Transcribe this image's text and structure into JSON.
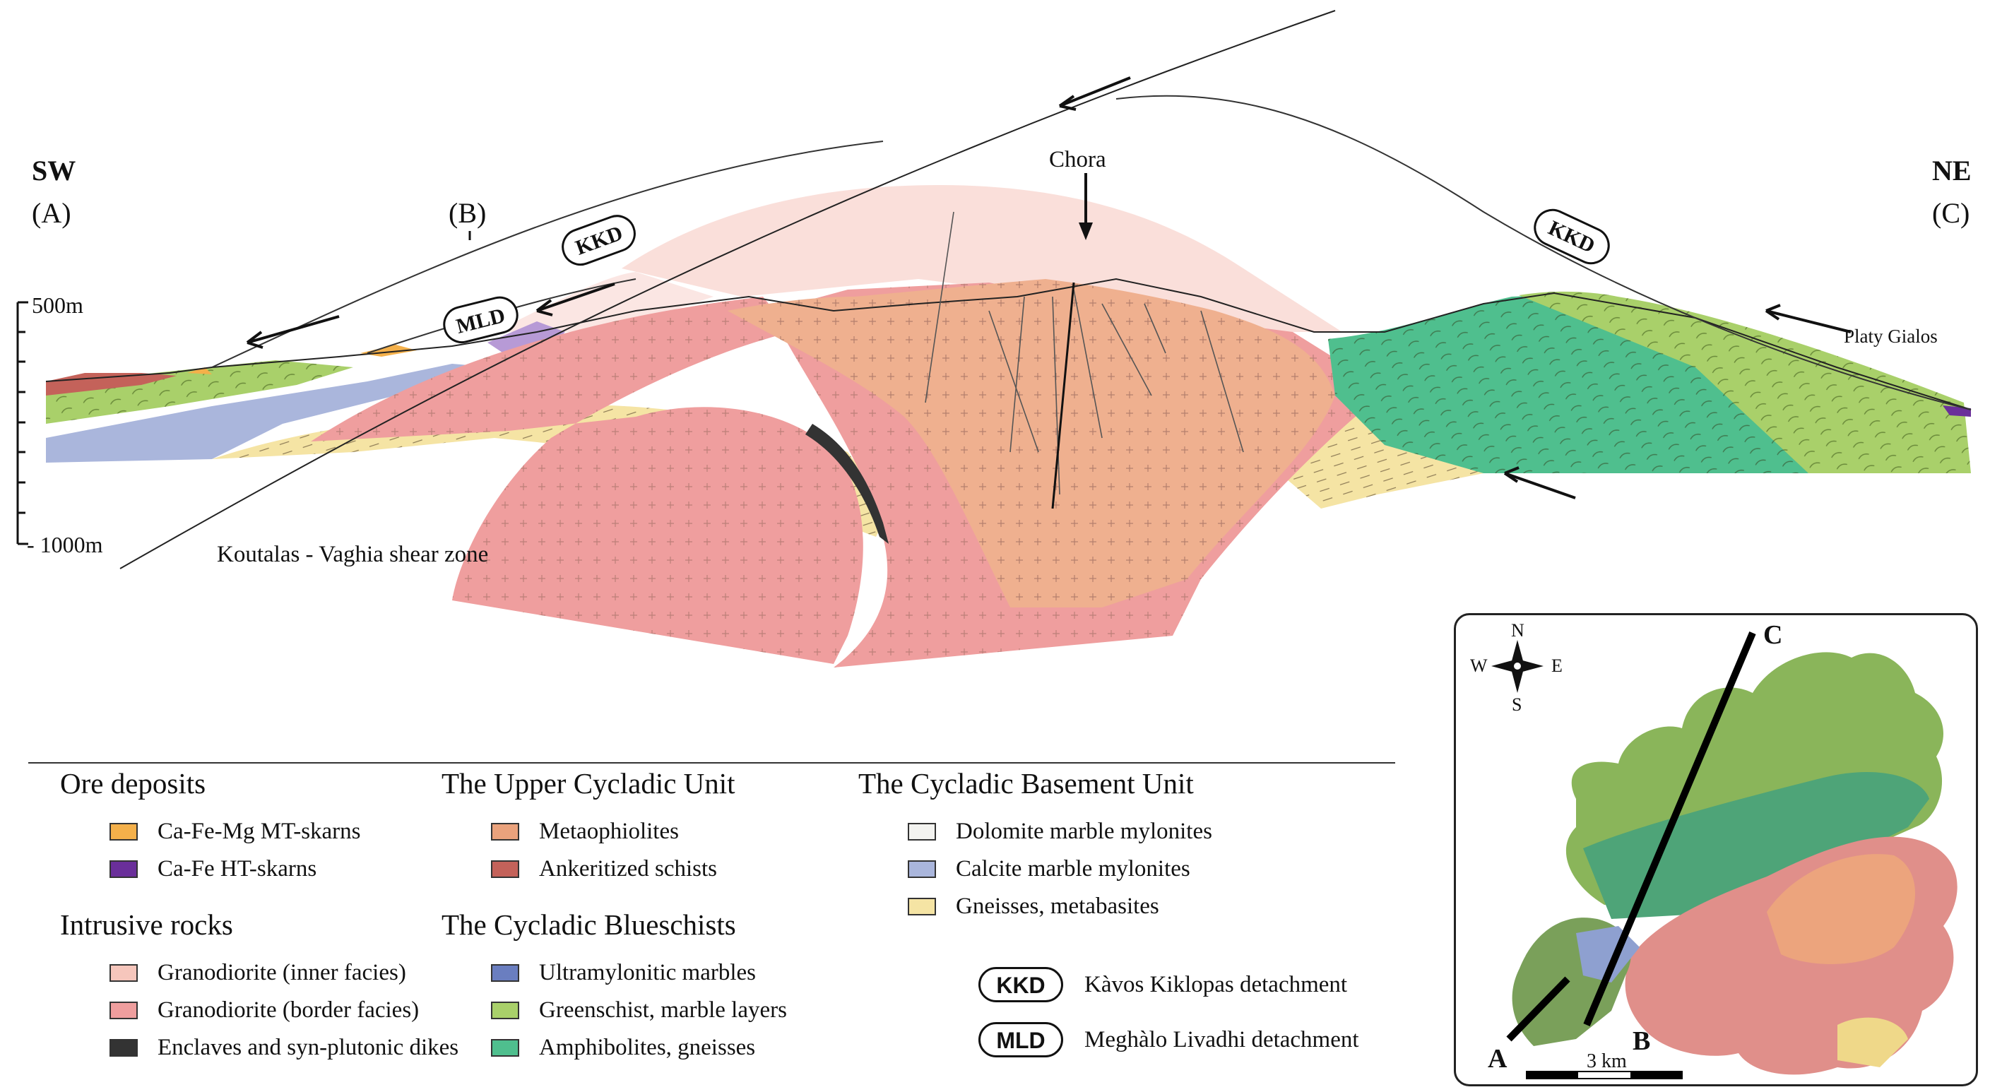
{
  "section": {
    "sw_label": "SW",
    "ne_label": "NE",
    "point_a": "(A)",
    "point_b": "(B)",
    "point_c": "(C)",
    "scale_top": "500m",
    "scale_bottom": "- 1000m",
    "chora": "Chora",
    "kkd_tag": "KKD",
    "mld_tag": "MLD",
    "platy_gialos": "Platy Gialos",
    "shear_zone": "Koutalas - Vaghia shear zone"
  },
  "legend": {
    "ore": {
      "title": "Ore deposits",
      "items": [
        {
          "label": "Ca-Fe-Mg MT-skarns",
          "color": "#f4b04a"
        },
        {
          "label": "Ca-Fe HT-skarns",
          "color": "#6a2f9a"
        }
      ]
    },
    "intrusive": {
      "title": "Intrusive rocks",
      "items": [
        {
          "label": "Granodiorite (inner facies)",
          "color": "#f6c6bc"
        },
        {
          "label": "Granodiorite (border facies)",
          "color": "#ef9e9e"
        },
        {
          "label": "Enclaves and syn-plutonic dikes",
          "color": "#333333"
        }
      ]
    },
    "upper": {
      "title": "The Upper Cycladic Unit",
      "items": [
        {
          "label": "Metaophiolites",
          "color": "#eaa27c"
        },
        {
          "label": "Ankeritized schists",
          "color": "#c4625a"
        }
      ]
    },
    "blueschists": {
      "title": "The Cycladic Blueschists",
      "items": [
        {
          "label": "Ultramylonitic marbles",
          "color": "#6a7ec0"
        },
        {
          "label": "Greenschist, marble layers",
          "color": "#a9d06a"
        },
        {
          "label": "Amphibolites, gneisses",
          "color": "#4fbf8e"
        }
      ]
    },
    "basement": {
      "title": "The Cycladic Basement Unit",
      "items": [
        {
          "label": "Dolomite marble mylonites",
          "color": "#f3f3f0"
        },
        {
          "label": "Calcite marble mylonites",
          "color": "#aab6dc"
        },
        {
          "label": "Gneisses, metabasites",
          "color": "#f5e4a4"
        }
      ]
    },
    "detachments": [
      {
        "abbr": "KKD",
        "label": "Kàvos Kiklopas detachment"
      },
      {
        "abbr": "MLD",
        "label": "Meghàlo Livadhi detachment"
      }
    ]
  },
  "inset": {
    "north": "N",
    "south": "S",
    "east": "E",
    "west": "W",
    "label_a": "A",
    "label_b": "B",
    "label_c": "C",
    "scale": "3 km"
  },
  "colors": {
    "granodiorite_inner": "#f6c6bc",
    "granodiorite_border": "#ef9e9e",
    "metaophiolites": "#efb08f",
    "greenschist": "#a9d06a",
    "amphibolites": "#4fbf8e",
    "gneisses": "#f5e4a4",
    "calcite_marble": "#aab6dc",
    "ankeritized": "#c4625a"
  }
}
